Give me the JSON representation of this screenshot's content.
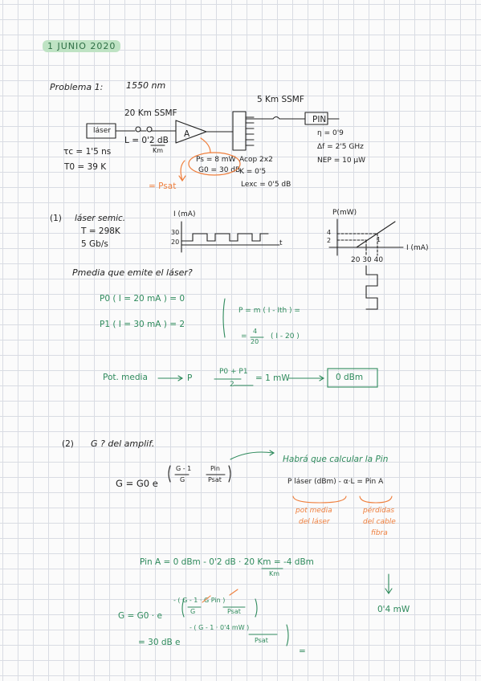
{
  "page": {
    "date": "1 JUNIO 2020"
  },
  "problem1": {
    "title": "Problema 1:",
    "wavelength": "1550 nm",
    "smf_left": "20 Km SSMF",
    "smf_right": "5 Km SSMF",
    "laser_box": "láser",
    "amp_box": "A",
    "pin_box": "PIN",
    "attenuation": "L = 0'2 dB",
    "att_unit": "Km",
    "tau_c": "τc = 1'5 ns",
    "T0": "T0 = 39 K",
    "ps": "Ps = 8 mW",
    "g0": "G0 = 30 dB",
    "psat": "= Psat",
    "acop": "Acop 2x2",
    "k": "K = 0'5",
    "lexc": "Lexc = 0'5 dB",
    "eta": "η = 0'9",
    "delta_f": "Δf = 2'5 GHz",
    "nep": "NEP = 10 μW"
  },
  "part1": {
    "num": "(1)",
    "label": "láser semic.",
    "T": "T = 298K",
    "rate": "5 Gb/s",
    "plot1_ylabel": "I (mA)",
    "plot1_y30": "30",
    "plot1_y20": "20",
    "plot1_xlabel": "t",
    "plot2_ylabel": "P(mW)",
    "plot2_y4": "4",
    "plot2_y2": "2",
    "plot2_xlabel": "I (mA)",
    "plot2_x": "20 30 40",
    "plot2_mark": "1",
    "question": "Pmedia que emite el láser?",
    "p0": "P0 ( I = 20 mA ) = 0",
    "p1": "P1 ( I = 30 mA ) = 2",
    "eq1": "P = m ( I - Ith ) =",
    "eq2a": "= ",
    "eq2b": "4",
    "eq2c": "20",
    "eq2d": "( I - 20 )",
    "pot": "Pot. media",
    "pbar": "P",
    "frac_num": "P0 + P1",
    "frac_den": "2",
    "result": "= 1 mW",
    "boxed": "0 dBm"
  },
  "part2": {
    "num": "(2)",
    "label": "G ?    del amplif.",
    "g_formula": "G = G0 e",
    "exp1": "G - 1",
    "exp2": "G",
    "exp3": "Pin",
    "exp4": "Psat",
    "note1": "Habrá que calcular la Pin",
    "note2": "P láser (dBm) - α·L = Pin A",
    "note3a": "pot media",
    "note3b": "del láser",
    "note4a": "pérdidas",
    "note4b": "del cable",
    "note4c": "fibra",
    "pina": "Pin A  =  0 dBm  -  0'2 dB  ·  20 Km  =  -4 dBm",
    "pina_unit": "Km",
    "mw": "0'4 mW",
    "g2": "G  =  G0 · e",
    "g2_exp": "- ( G - 1  ·  G Pin )",
    "g2_frac1": "G",
    "g2_frac2": "Psat",
    "eq3": "= 30 dB  e",
    "eq3_exp": "- ( G - 1 ·  0'4 mW )",
    "eq3_den": "Psat",
    "eq_end": "="
  }
}
